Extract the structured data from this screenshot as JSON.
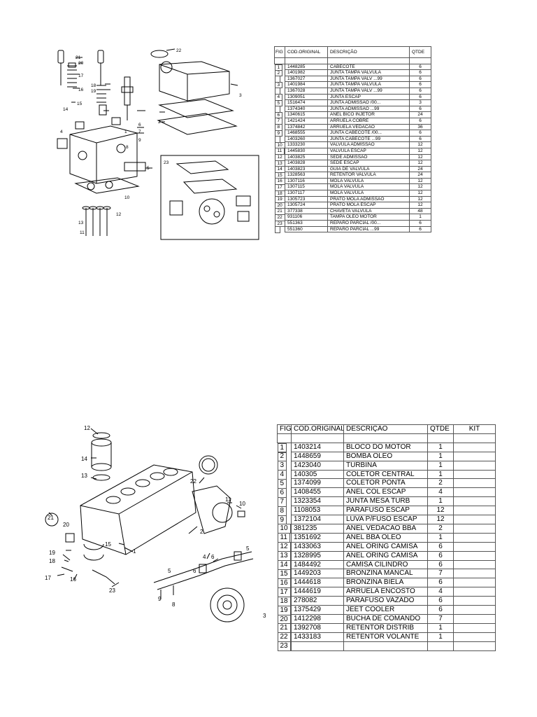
{
  "top_diagram_labels": [
    "21",
    "20",
    "17",
    "16",
    "15",
    "14",
    "18",
    "19",
    "22",
    "3",
    "2",
    "1",
    "4",
    "5",
    "6",
    "7",
    "9",
    "10",
    "8",
    "12",
    "11",
    "13",
    "23"
  ],
  "table1": {
    "headers": [
      "FIG",
      "COD.ORIGINAL",
      "DESCRIÇÃO",
      "QTDE"
    ],
    "rows": [
      [
        "1",
        "1448285",
        "CABECOTE",
        "6"
      ],
      [
        "2",
        "1401982",
        "JUNTA TAMPA VALVULA",
        "6"
      ],
      [
        "",
        "1367027",
        "JUNTA TAMPA VALV ...99",
        "6"
      ],
      [
        "3",
        "1401984",
        "JUNTA TAMPA VALVULA",
        "6"
      ],
      [
        "",
        "1367028",
        "JUNTA TAMPA VALV ...99",
        "6"
      ],
      [
        "4",
        "1309051",
        "JUNTA ESCAP",
        "6"
      ],
      [
        "5",
        "1516474",
        "JUNTA ADMISSAO /00...",
        "3"
      ],
      [
        "",
        "1374340",
        "JUNTA ADMISSAO ...99",
        "6"
      ],
      [
        "6",
        "1340615",
        "ANEL BICO INJETOR",
        "24"
      ],
      [
        "7",
        "1421424",
        "ARRUELA COBRE",
        "6"
      ],
      [
        "8",
        "1374842",
        "ARRUELA VEDACAO",
        "36"
      ],
      [
        "9",
        "1468555",
        "JUNTA CABECOTE /00...",
        "6"
      ],
      [
        "",
        "1403260",
        "JUNTA CABECOTE ...99",
        "6"
      ],
      [
        "10",
        "1333230",
        "VALVULA ADMISSAO",
        "12"
      ],
      [
        "11",
        "1445830",
        "VALVULA ESCAP",
        "12"
      ],
      [
        "12",
        "1403825",
        "SEDE ADMISSAO",
        "12"
      ],
      [
        "13",
        "1403828",
        "SEDE ESCAP",
        "12"
      ],
      [
        "14",
        "1403823",
        "GUIA DE VALVULA",
        "24"
      ],
      [
        "15",
        "1328563",
        "RETENTOR VALVULA",
        "24"
      ],
      [
        "16",
        "1307116",
        "MOLA VALVULA",
        "12"
      ],
      [
        "17",
        "1307115",
        "MOLA VALVULA",
        "12"
      ],
      [
        "18",
        "1307117",
        "MOLA VALVULA",
        "12"
      ],
      [
        "19",
        "1305723",
        "PRATO MOLA ADMISSAO",
        "12"
      ],
      [
        "20",
        "1305724",
        "PRATO MOLA ESCAP",
        "12"
      ],
      [
        "21",
        "377338",
        "CHAVETA VALVULA",
        "48"
      ],
      [
        "22",
        "931106",
        "TAMPA OLEO MOTOR",
        "1"
      ],
      [
        "23",
        "551363",
        "REPARO PARCIAL /00...",
        "6"
      ],
      [
        "",
        "551360",
        "REPARO PARCIAL ...99",
        "6"
      ]
    ]
  },
  "bottom_diagram_labels": [
    "12",
    "14",
    "13",
    "22",
    "11",
    "10",
    "21",
    "20",
    "15",
    "1",
    "2",
    "19",
    "18",
    "17",
    "16",
    "23",
    "4",
    "6",
    "5",
    "5",
    "6",
    "8",
    "9",
    "3"
  ],
  "table2": {
    "headers": [
      "FIG",
      "COD.ORIGINAL",
      "DESCRIÇÃO",
      "QTDE",
      "KIT"
    ],
    "rows": [
      [
        "1",
        "1403214",
        "BLOCO DO MOTOR",
        "1",
        ""
      ],
      [
        "2",
        "1448659",
        "BOMBA OLEO",
        "1",
        ""
      ],
      [
        "3",
        "1423040",
        "TURBINA",
        "1",
        ""
      ],
      [
        "4",
        "140305",
        "COLETOR CENTRAL",
        "1",
        ""
      ],
      [
        "5",
        "1374099",
        "COLETOR PONTA",
        "2",
        ""
      ],
      [
        "6",
        "1408455",
        "ANEL COL ESCAP",
        "4",
        ""
      ],
      [
        "7",
        "1323354",
        "JUNTA MESA TURB",
        "1",
        ""
      ],
      [
        "8",
        "1108053",
        "PARAFUSO ESCAP",
        "12",
        ""
      ],
      [
        "9",
        "1372104",
        "LUVA P/FUSO ESCAP",
        "12",
        ""
      ],
      [
        "10",
        "381235",
        "ANEL VEDACAO BBA",
        "2",
        ""
      ],
      [
        "11",
        "1351692",
        "ANEL BBA OLEO",
        "1",
        ""
      ],
      [
        "12",
        "1433063",
        "ANEL ORING CAMISA",
        "6",
        ""
      ],
      [
        "13",
        "1328995",
        "ANEL ORING CAMISA",
        "6",
        ""
      ],
      [
        "14",
        "1484492",
        "CAMISA CILINDRO",
        "6",
        ""
      ],
      [
        "15",
        "1449203",
        "BRONZINA MANCAL",
        "7",
        ""
      ],
      [
        "16",
        "1444618",
        "BRONZINA BIELA",
        "6",
        ""
      ],
      [
        "17",
        "1444619",
        "ARRUELA ENCOSTO",
        "4",
        ""
      ],
      [
        "18",
        "278082",
        "PARAFUSO VAZADO",
        "6",
        ""
      ],
      [
        "19",
        "1375429",
        "JEET COOLER",
        "6",
        ""
      ],
      [
        "20",
        "1412298",
        "BUCHA DE COMANDO",
        "7",
        ""
      ],
      [
        "21",
        "1392708",
        "RETENTOR DISTRIB",
        "1",
        ""
      ],
      [
        "22",
        "1433183",
        "RETENTOR VOLANTE",
        "1",
        ""
      ],
      [
        "23",
        "",
        "",
        "",
        ""
      ]
    ]
  }
}
